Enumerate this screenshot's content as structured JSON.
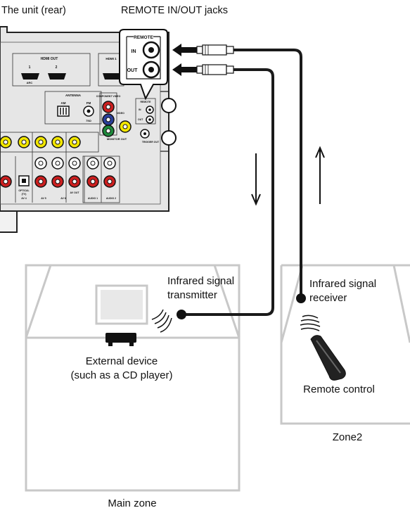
{
  "labels": {
    "unit_rear": "The unit (rear)",
    "remote_jacks": "REMOTE IN/OUT jacks",
    "ir_transmitter_line1": "Infrared signal",
    "ir_transmitter_line2": "transmitter",
    "ir_receiver_line1": "Infrared signal",
    "ir_receiver_line2": "receiver",
    "external_device_line1": "External device",
    "external_device_line2": "(such as a CD player)",
    "remote_control": "Remote control",
    "zone2": "Zone2",
    "main_zone": "Main zone"
  },
  "callout": {
    "title": "REMOTE",
    "in": "IN",
    "out": "OUT"
  },
  "panel": {
    "hdmi_out": "HDMI OUT",
    "hdmi_1": "1",
    "hdmi_2": "2",
    "hdmi_arc": "ARC",
    "hdmi_in": "HDMI 1",
    "antenna": "ANTENNA",
    "am": "AM",
    "fm": "FM",
    "ohm": "75Ω",
    "component_video": "COMPONENT VIDEO",
    "video": "VIDEO",
    "monitor_out": "MONITOR OUT",
    "remote_small": "REMOTE",
    "in_small": "IN",
    "out_small": "OUT",
    "trigger_out": "TRIGGER OUT",
    "optical": "OPTICAL",
    "tv": "(TV)",
    "av4": "AV 4",
    "av5": "AV 5",
    "av6": "AV 6",
    "av_out": "AV OUT",
    "audio1": "AUDIO 1",
    "audio2": "AUDIO 2"
  },
  "colors": {
    "cable": "#1a1a1a",
    "zone_border": "#c8c8c8",
    "panel_fill": "#e6e6e6",
    "jack_yellow": "#f2e600",
    "jack_red": "#cc1f1f",
    "jack_green": "#1e8a3c",
    "jack_blue": "#2a3f9a"
  },
  "icons": [
    "arrow-left-icon",
    "arrow-down-icon",
    "arrow-up-icon",
    "ir-waves-icon",
    "tv-icon",
    "cd-player-icon",
    "remote-control-icon"
  ]
}
